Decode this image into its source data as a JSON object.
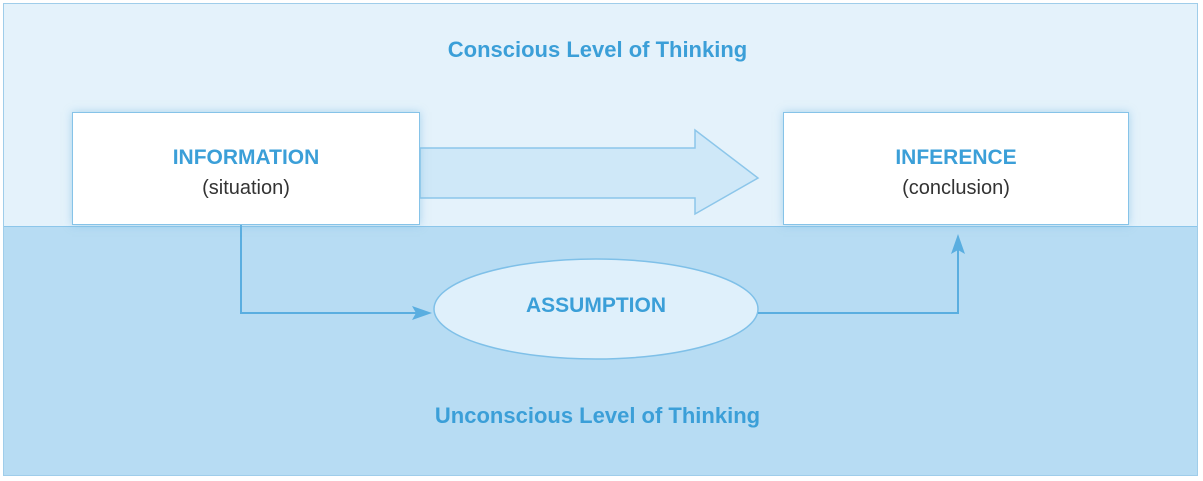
{
  "diagram": {
    "conscious_level_label": "Conscious Level of Thinking",
    "unconscious_level_label": "Unconscious Level of Thinking",
    "information": {
      "title": "INFORMATION",
      "subtitle": "(situation)"
    },
    "inference": {
      "title": "INFERENCE",
      "subtitle": "(conclusion)"
    },
    "assumption": {
      "label": "ASSUMPTION"
    },
    "colors": {
      "accent": "#3b9fd8",
      "upper_band": "#e4f2fb",
      "lower_band": "#b7dcf3",
      "box_border": "#86c3e8",
      "arrow_fill": "#cfe8f8",
      "text_dark": "#333333"
    }
  }
}
